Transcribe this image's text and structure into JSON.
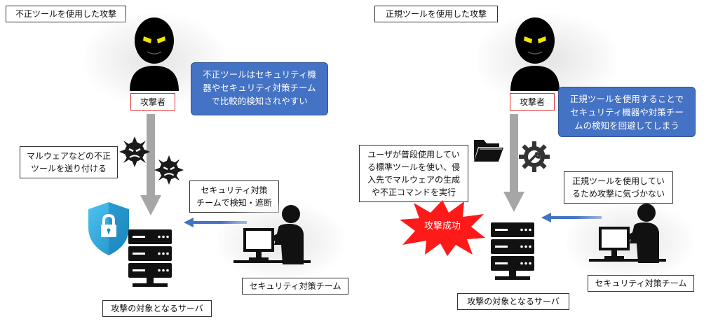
{
  "left": {
    "title": "不正ツールを使用した攻撃",
    "attacker_label": "攻撃者",
    "bubble": "不正ツールはセキュリティ機\n器やセキュリティ対策チーム\nで比較的検知されやすい",
    "malware_note": "マルウェアなどの不正\nツールを送り付ける",
    "detect_note": "セキュリティ対策\nチームで検知・遮断",
    "team_label": "セキュリティ対策チーム",
    "server_label": "攻撃の対象となるサーバ"
  },
  "right": {
    "title": "正規ツールを使用した攻撃",
    "attacker_label": "攻撃者",
    "bubble": "正規ツールを使用することで\nセキュリティ機器や対策チー\nムの検知を回避してしまう",
    "tool_note": "ユーザが普段使用してい\nる標準ツールを使い、侵\n入先でマルウェアの生成\nや不正コマンドを実行",
    "unaware_note": "正規ツールを使用してい\nるため攻撃に気づかない",
    "success_label": "攻撃成功",
    "team_label": "セキュリティ対策チーム",
    "server_label": "攻撃の対象となるサーバ"
  },
  "colors": {
    "bubble_fill": "#4472c4",
    "arrow_blue": "#4472c4",
    "arrow_gray": "#a6a6a6",
    "shield": "#2aa4d9",
    "burst_red": "#ff1a1a",
    "eyes": "#f2e600",
    "label_border_red": "#e03030"
  },
  "icons": [
    "hacker-icon",
    "malware-virus-icon",
    "shield-lock-icon",
    "server-icon",
    "security-analyst-icon",
    "folder-icon",
    "gear-wrench-icon",
    "explosion-burst-icon"
  ]
}
